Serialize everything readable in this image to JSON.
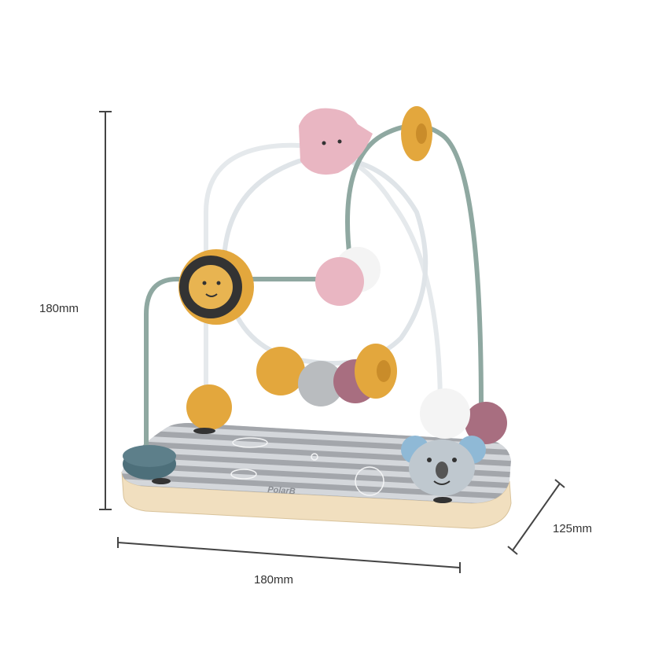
{
  "dimensions": {
    "height": "180mm",
    "width": "180mm",
    "depth": "125mm"
  },
  "product": {
    "brand": "PolarB"
  },
  "colors": {
    "background": "#ffffff",
    "wood": "#f1dfbf",
    "base_stripe_gray": "#9a9da2",
    "wire_white": "#e5e9ec",
    "wire_sage": "#8fa8a1",
    "bead_mustard": "#e3a73d",
    "bead_pink": "#e9b6c2",
    "bead_mauve": "#a86e80",
    "bead_gray": "#b9bcbf",
    "bead_petrol": "#4d6f7a"
  }
}
